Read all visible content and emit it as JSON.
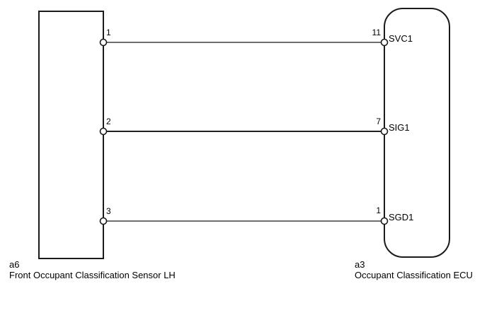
{
  "colors": {
    "background": "#ffffff",
    "box_stroke": "#1a1a1a",
    "wire_gray": "#6e6e6e",
    "wire_dark": "#1f1f1f",
    "text": "#000000"
  },
  "left_connector": {
    "code": "a6",
    "name": "Front Occupant Classification Sensor LH",
    "pins": [
      {
        "number": "1"
      },
      {
        "number": "2"
      },
      {
        "number": "3"
      }
    ]
  },
  "right_connector": {
    "code": "a3",
    "name": "Occupant Classification ECU",
    "pins": [
      {
        "number": "11",
        "signal": "SVC1"
      },
      {
        "number": "7",
        "signal": "SIG1"
      },
      {
        "number": "1",
        "signal": "SGD1"
      }
    ]
  },
  "wires": [
    {
      "from": "a6 pin 1",
      "to": "a3 pin 11",
      "signal": "SVC1"
    },
    {
      "from": "a6 pin 2",
      "to": "a3 pin 7",
      "signal": "SIG1"
    },
    {
      "from": "a6 pin 3",
      "to": "a3 pin 1",
      "signal": "SGD1"
    }
  ]
}
